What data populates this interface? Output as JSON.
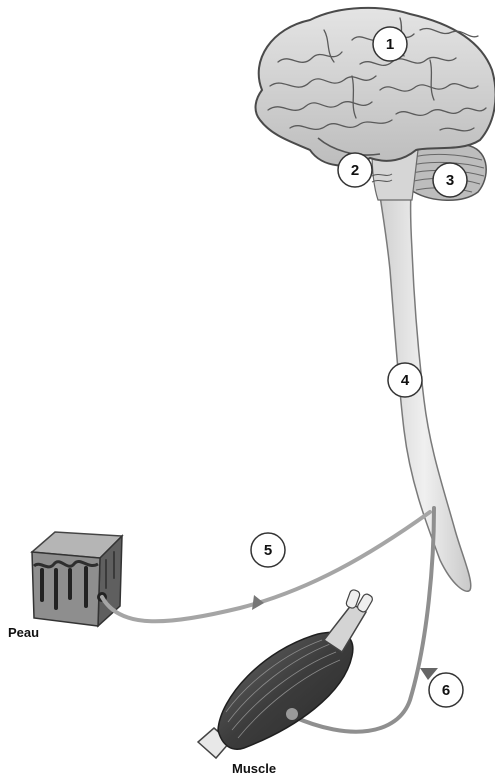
{
  "markers": [
    {
      "id": "1",
      "label": "1"
    },
    {
      "id": "2",
      "label": "2"
    },
    {
      "id": "3",
      "label": "3"
    },
    {
      "id": "4",
      "label": "4"
    },
    {
      "id": "5",
      "label": "5"
    },
    {
      "id": "6",
      "label": "6"
    }
  ],
  "labels": {
    "skin": "Peau",
    "muscle": "Muscle"
  }
}
